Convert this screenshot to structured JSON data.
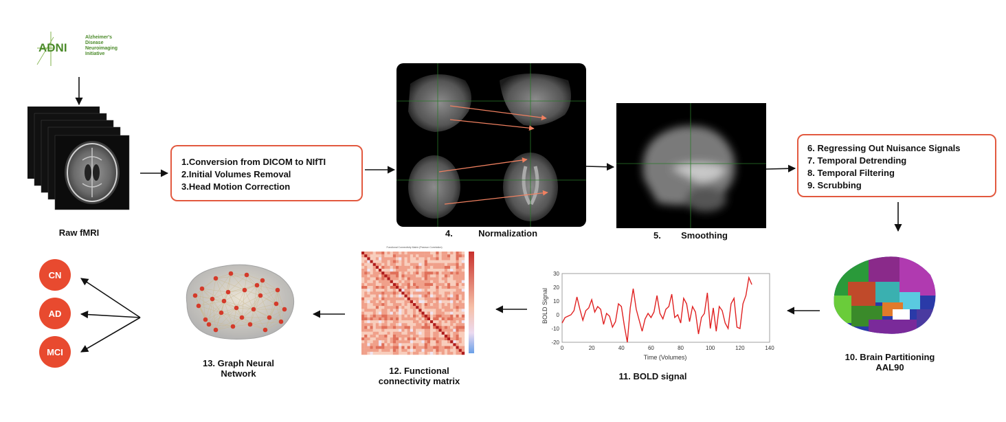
{
  "logo": {
    "acronym": "ADNI",
    "lines": [
      "Alzheimer's",
      "Disease",
      "Neuroimaging",
      "Initiative"
    ],
    "color": "#4b8a2a"
  },
  "raw": {
    "label": "Raw fMRI"
  },
  "step1": {
    "items": [
      "1.Conversion from DICOM to NIfTI",
      "2.Initial Volumes Removal",
      "3.Head Motion Correction"
    ]
  },
  "normalization": {
    "number": "4.",
    "label": "Normalization"
  },
  "smoothing": {
    "number": "5.",
    "label": "Smoothing"
  },
  "step6": {
    "items": [
      "6. Regressing Out Nuisance Signals",
      "7. Temporal Detrending",
      "8. Temporal Filtering",
      "9. Scrubbing"
    ]
  },
  "partition": {
    "line1": "10. Brain Partitioning",
    "line2": "AAL90"
  },
  "bold": {
    "label": "11. BOLD signal"
  },
  "fc": {
    "line1": "12. Functional",
    "line2": "connectivity matrix",
    "title": "Functional Connectivity Matrix (Pearson Correlation)"
  },
  "gnn": {
    "line1": "13. Graph Neural",
    "line2": "Network"
  },
  "classes": [
    "CN",
    "AD",
    "MCI"
  ],
  "colors": {
    "accent": "#e2583e",
    "circle": "#e84a2f",
    "signal": "#e02020"
  },
  "chart_data": {
    "type": "line",
    "xlabel": "Time (Volumes)",
    "ylabel": "BOLD Signal",
    "xlim": [
      0,
      140
    ],
    "ylim": [
      -20,
      30
    ],
    "xticks": [
      0,
      20,
      40,
      60,
      80,
      100,
      120,
      140
    ],
    "yticks": [
      -20,
      -10,
      0,
      10,
      20,
      30
    ],
    "x": [
      0,
      2,
      4,
      6,
      8,
      10,
      12,
      14,
      16,
      18,
      20,
      22,
      24,
      26,
      28,
      30,
      32,
      34,
      36,
      38,
      40,
      42,
      44,
      46,
      48,
      50,
      52,
      54,
      56,
      58,
      60,
      62,
      64,
      66,
      68,
      70,
      72,
      74,
      76,
      78,
      80,
      82,
      84,
      86,
      88,
      90,
      92,
      94,
      96,
      98,
      100,
      102,
      104,
      106,
      108,
      110,
      112,
      114,
      116,
      118,
      120,
      122,
      124,
      126,
      128
    ],
    "y": [
      -6,
      -2,
      -1,
      0,
      3,
      13,
      4,
      -4,
      3,
      5,
      11,
      2,
      6,
      4,
      -7,
      1,
      -1,
      -9,
      -5,
      8,
      6,
      -8,
      -20,
      5,
      19,
      4,
      -4,
      -12,
      -3,
      1,
      -2,
      2,
      14,
      1,
      -3,
      4,
      6,
      15,
      -2,
      0,
      -6,
      12,
      8,
      -5,
      6,
      2,
      -14,
      -2,
      1,
      16,
      -10,
      5,
      -12,
      6,
      3,
      -6,
      -10,
      8,
      12,
      -9,
      -10,
      8,
      14,
      27,
      22
    ]
  }
}
